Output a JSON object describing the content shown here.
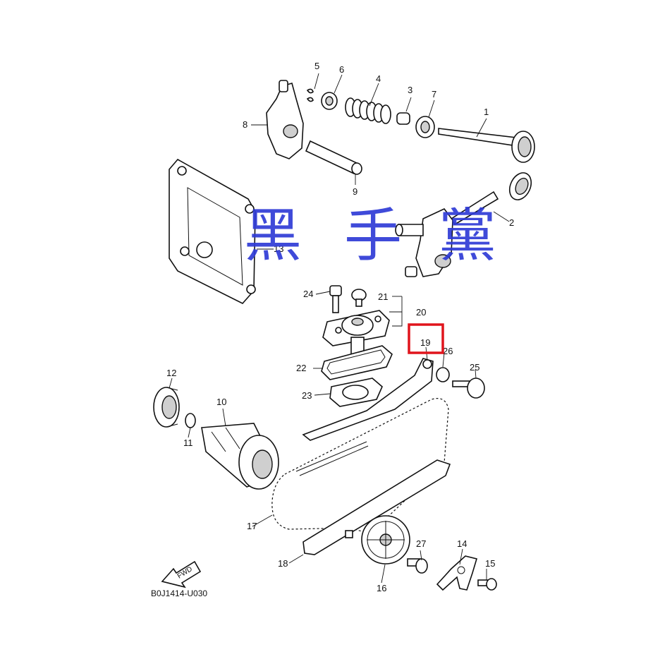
{
  "diagram": {
    "callouts": [
      "1",
      "2",
      "3",
      "4",
      "5",
      "6",
      "7",
      "8",
      "9",
      "10",
      "11",
      "12",
      "13",
      "14",
      "15",
      "16",
      "17",
      "18",
      "19",
      "20",
      "21",
      "22",
      "23",
      "24",
      "25",
      "26",
      "27"
    ],
    "highlight_color": "#e0141c",
    "highlighted_callout": "19",
    "drawing_code": "B0J1414-U030",
    "fwd_label": "FWD",
    "watermark": [
      "黑",
      "手",
      "黨"
    ],
    "watermark_color": "#2f3bd6"
  }
}
